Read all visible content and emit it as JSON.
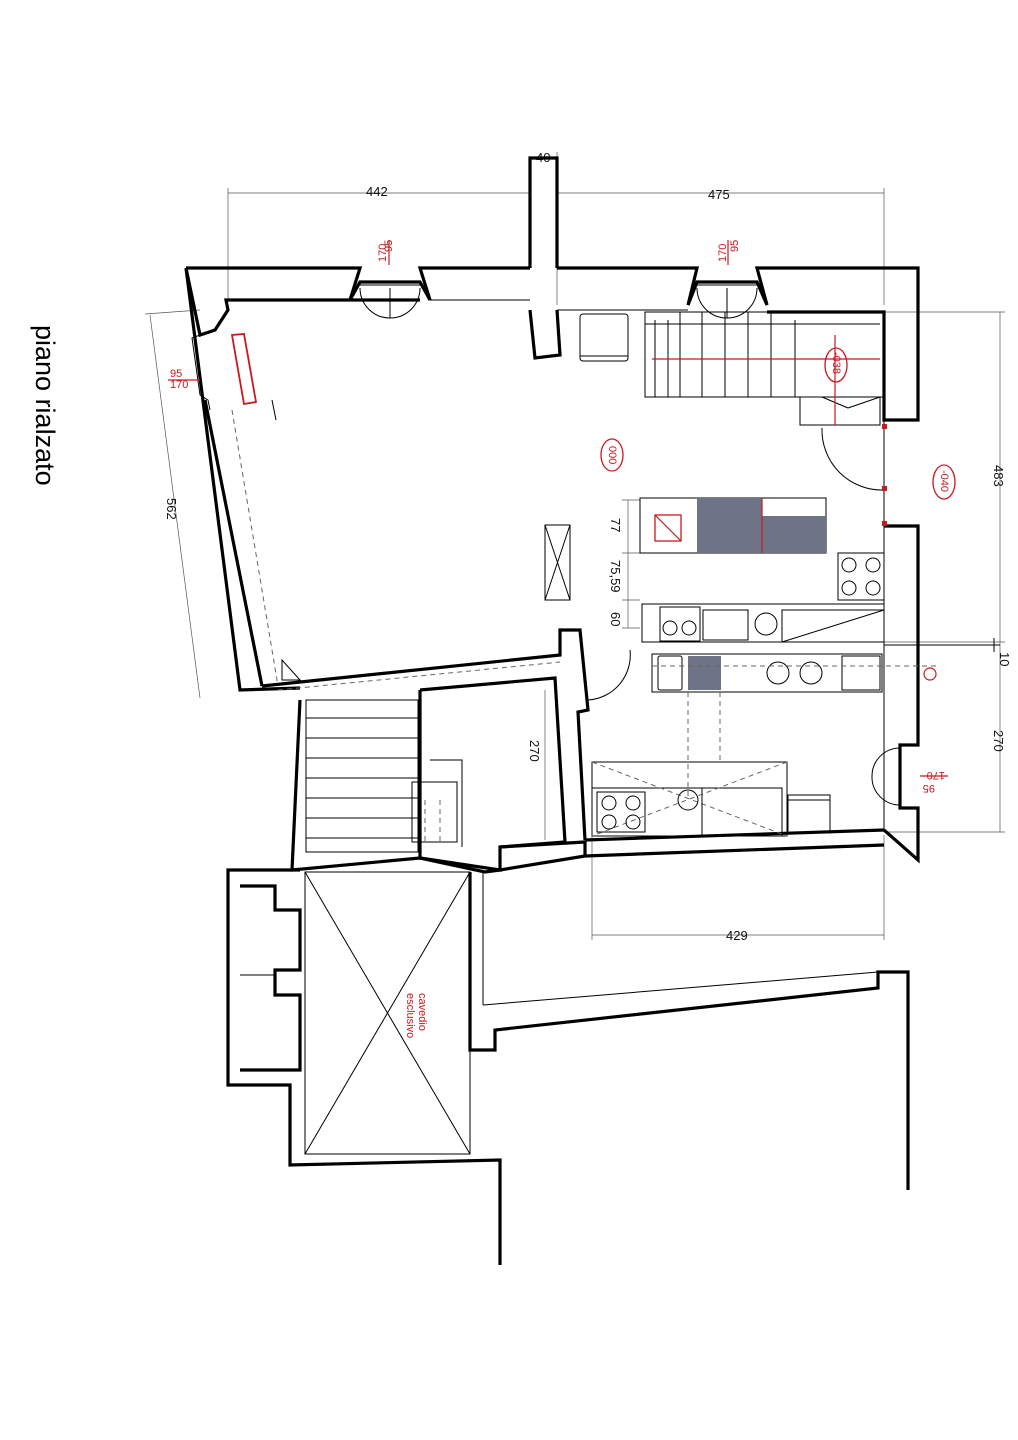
{
  "title": "piano rialzato",
  "dimensions": {
    "top_left": "442",
    "top_pillar": "40",
    "top_right": "475",
    "left_side": "562",
    "right_upper": "483",
    "right_lower": "270",
    "courtyard_room": "270",
    "bottom_kitchen": "429",
    "counter_77": "77",
    "counter_7559": "75,59",
    "counter_60": "60",
    "right_cut": "10"
  },
  "window_marks": {
    "top_left": {
      "w": "95",
      "h": "170"
    },
    "top_right": {
      "w": "95",
      "h": "170"
    },
    "left": {
      "w": "95",
      "h": "170"
    },
    "right": {
      "w": "95",
      "h": "170"
    }
  },
  "levels": {
    "main": "000",
    "right": "-040",
    "stairs": "-038"
  },
  "cavedio": {
    "line1": "cavedio",
    "line2": "esclusivo"
  },
  "colors": {
    "annotation": "#c8191e",
    "wall": "#000000",
    "counter_fill": "#6e7485"
  }
}
